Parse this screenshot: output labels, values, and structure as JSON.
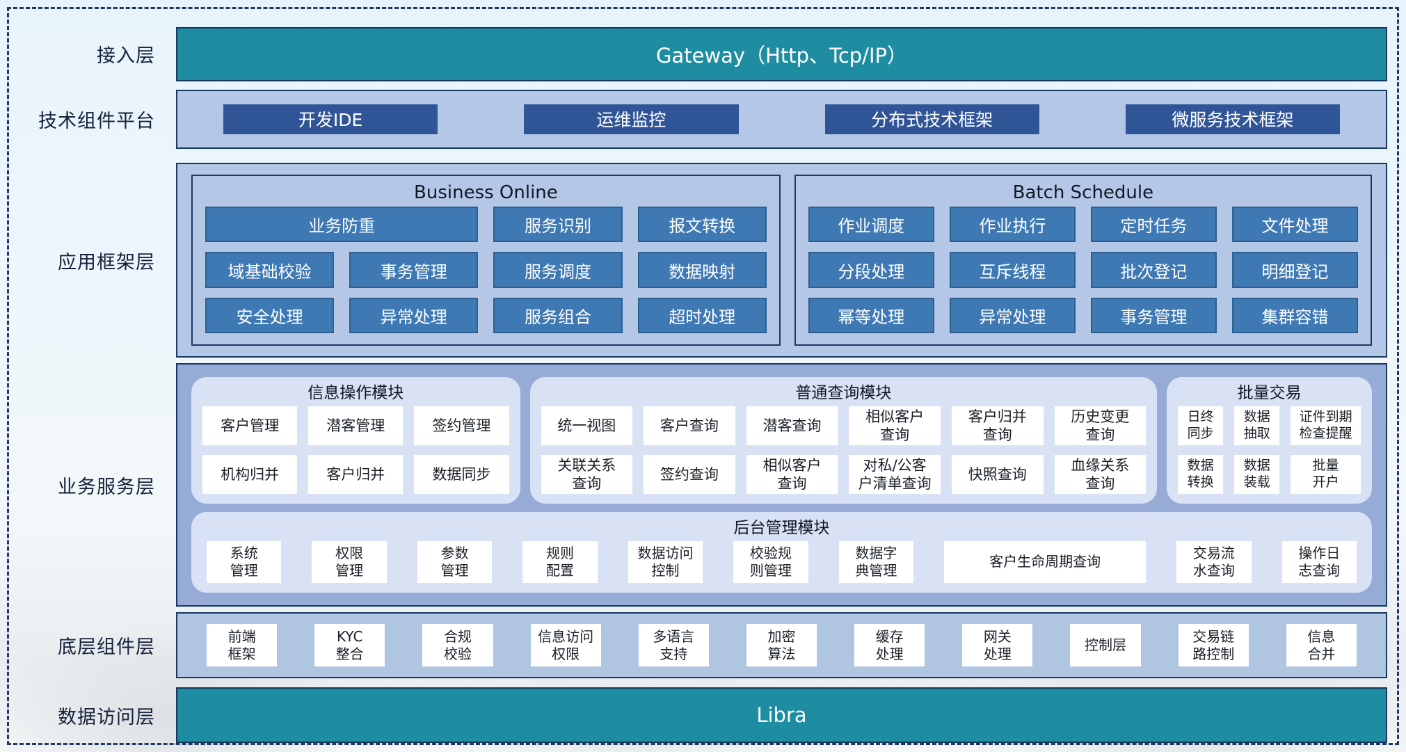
{
  "colors": {
    "teal_bar": "#1E8CA1",
    "dark_blue_button": "#2F5597",
    "medium_blue_cell": "#3E79B4",
    "light_blue_panel": "#B4C7E7",
    "service_panel": "#96ABD5",
    "module_card": "#D9E2F5",
    "base_panel": "#AFC5E0",
    "navy_border": "#16375E",
    "dashed_frame": "#1F3864"
  },
  "access_layer": {
    "label": "接入层",
    "gateway": "Gateway（Http、Tcp/IP）"
  },
  "tech_platform": {
    "label": "技术组件平台",
    "buttons": [
      "开发IDE",
      "运维监控",
      "分布式技术框架",
      "微服务技术框架"
    ]
  },
  "app_framework": {
    "label": "应用框架层",
    "business_online": {
      "title": "Business Online",
      "cells": [
        "业务防重",
        "服务识别",
        "报文转换",
        "域基础校验",
        "事务管理",
        "服务调度",
        "数据映射",
        "安全处理",
        "异常处理",
        "服务组合",
        "超时处理"
      ]
    },
    "batch_schedule": {
      "title": "Batch Schedule",
      "cells": [
        "作业调度",
        "作业执行",
        "定时任务",
        "文件处理",
        "分段处理",
        "互斥线程",
        "批次登记",
        "明细登记",
        "幂等处理",
        "异常处理",
        "事务管理",
        "集群容错"
      ]
    }
  },
  "business_service": {
    "label": "业务服务层",
    "info_module": {
      "title": "信息操作模块",
      "cells": [
        "客户管理",
        "潜客管理",
        "签约管理",
        "机构归并",
        "客户归并",
        "数据同步"
      ]
    },
    "query_module": {
      "title": "普通查询模块",
      "cells": [
        "统一视图",
        "客户查询",
        "潜客查询",
        "相似客户\n查询",
        "客户归并\n查询",
        "历史变更\n查询",
        "关联关系\n查询",
        "签约查询",
        "相似客户\n查询",
        "对私/公客\n户清单查询",
        "快照查询",
        "血缘关系\n查询"
      ]
    },
    "batch_module": {
      "title": "批量交易",
      "cells": [
        "日终\n同步",
        "数据\n抽取",
        "证件到期\n检查提醒",
        "数据\n转换",
        "数据\n装载",
        "批量\n开户"
      ]
    },
    "admin_module": {
      "title": "后台管理模块",
      "cells": [
        "系统\n管理",
        "权限\n管理",
        "参数\n管理",
        "规则\n配置",
        "数据访问\n控制",
        "校验规\n则管理",
        "数据字\n典管理",
        "客户生命周期查询",
        "交易流\n水查询",
        "操作日\n志查询"
      ]
    }
  },
  "base_components": {
    "label": "底层组件层",
    "cells": [
      "前端\n框架",
      "KYC\n整合",
      "合规\n校验",
      "信息访问\n权限",
      "多语言\n支持",
      "加密\n算法",
      "缓存\n处理",
      "网关\n处理",
      "控制层",
      "交易链\n路控制",
      "信息\n合并"
    ]
  },
  "data_access": {
    "label": "数据访问层",
    "text": "Libra"
  }
}
